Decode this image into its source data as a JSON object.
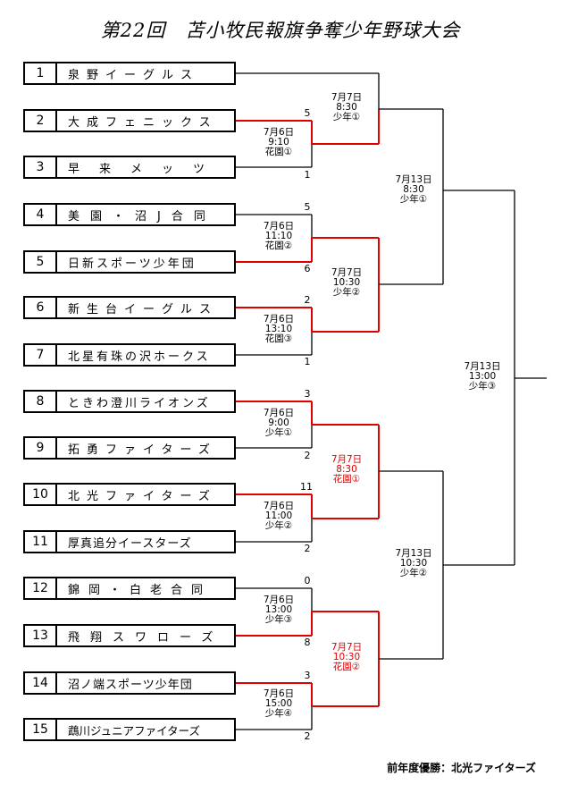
{
  "title": "第22回　苫小牧民報旗争奪少年野球大会",
  "teams": [
    {
      "num": "1",
      "name": "泉野イーグルス"
    },
    {
      "num": "2",
      "name": "大成フェニックス"
    },
    {
      "num": "3",
      "name": "早来メッツ"
    },
    {
      "num": "4",
      "name": "美園・沼J合同"
    },
    {
      "num": "5",
      "name": "日新スポーツ少年団"
    },
    {
      "num": "6",
      "name": "新生台イーグルス"
    },
    {
      "num": "7",
      "name": "北星有珠の沢ホークス"
    },
    {
      "num": "8",
      "name": "ときわ澄川ライオンズ"
    },
    {
      "num": "9",
      "name": "拓勇ファイターズ"
    },
    {
      "num": "10",
      "name": "北光ファイターズ"
    },
    {
      "num": "11",
      "name": "厚真追分イースターズ"
    },
    {
      "num": "12",
      "name": "錦岡・白老合同"
    },
    {
      "num": "13",
      "name": "飛翔スワローズ"
    },
    {
      "num": "14",
      "name": "沼ノ端スポーツ少年団"
    },
    {
      "num": "15",
      "name": "鵡川ジュニアファイターズ"
    }
  ],
  "round1": [
    {
      "date": "7月6日",
      "time": "9:10",
      "venue": "花園①",
      "score_top": "5",
      "score_bottom": "1"
    },
    {
      "date": "7月6日",
      "time": "11:10",
      "venue": "花園②",
      "score_top": "5",
      "score_bottom": "6"
    },
    {
      "date": "7月6日",
      "time": "13:10",
      "venue": "花園③",
      "score_top": "2",
      "score_bottom": "1"
    },
    {
      "date": "7月6日",
      "time": "9:00",
      "venue": "少年①",
      "score_top": "3",
      "score_bottom": "2"
    },
    {
      "date": "7月6日",
      "time": "11:00",
      "venue": "少年②",
      "score_top": "11",
      "score_bottom": "2"
    },
    {
      "date": "7月6日",
      "time": "13:00",
      "venue": "少年③",
      "score_top": "0",
      "score_bottom": "8"
    },
    {
      "date": "7月6日",
      "time": "15:00",
      "venue": "少年④",
      "score_top": "3",
      "score_bottom": "2"
    }
  ],
  "round2": [
    {
      "date": "7月7日",
      "time": "8:30",
      "venue": "少年①"
    },
    {
      "date": "7月7日",
      "time": "10:30",
      "venue": "少年②"
    },
    {
      "date": "7月7日",
      "time": "8:30",
      "venue": "花園①"
    },
    {
      "date": "7月7日",
      "time": "10:30",
      "venue": "花園②"
    }
  ],
  "semis": [
    {
      "date": "7月13日",
      "time": "8:30",
      "venue": "少年①"
    },
    {
      "date": "7月13日",
      "time": "10:30",
      "venue": "少年②"
    }
  ],
  "final": {
    "date": "7月13日",
    "time": "13:00",
    "venue": "少年③"
  },
  "footer": "前年度優勝：北光ファイターズ",
  "colors": {
    "winner_line": "#e00000",
    "line": "#000000"
  }
}
